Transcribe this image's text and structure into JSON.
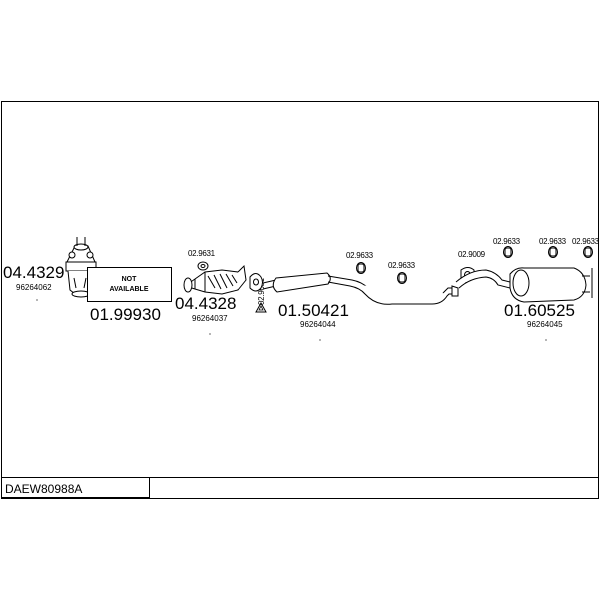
{
  "diagram": {
    "code": "DAEW80988A",
    "not_available": [
      "NOT",
      "AVAILABLE"
    ],
    "parts": {
      "front_pipe": {
        "ref": "04.4329",
        "oem": "96264062"
      },
      "gap_piece": {
        "ref": "01.99930"
      },
      "catalyst": {
        "ref": "04.4328",
        "oem": "96264037"
      },
      "centre_silencer": {
        "ref": "01.50421",
        "oem": "96264044"
      },
      "rear_silencer": {
        "ref": "01.60525",
        "oem": "96264045"
      }
    },
    "fittings": {
      "cat_gasket": "02.9631",
      "flange_gasket": "02.9631",
      "hanger_a": "02.9633",
      "hanger_b": "02.9633",
      "rear_clamp": "02.9009",
      "hanger_c": "02.9633",
      "hanger_d": "02.9633",
      "hanger_e": "02.9633"
    }
  }
}
